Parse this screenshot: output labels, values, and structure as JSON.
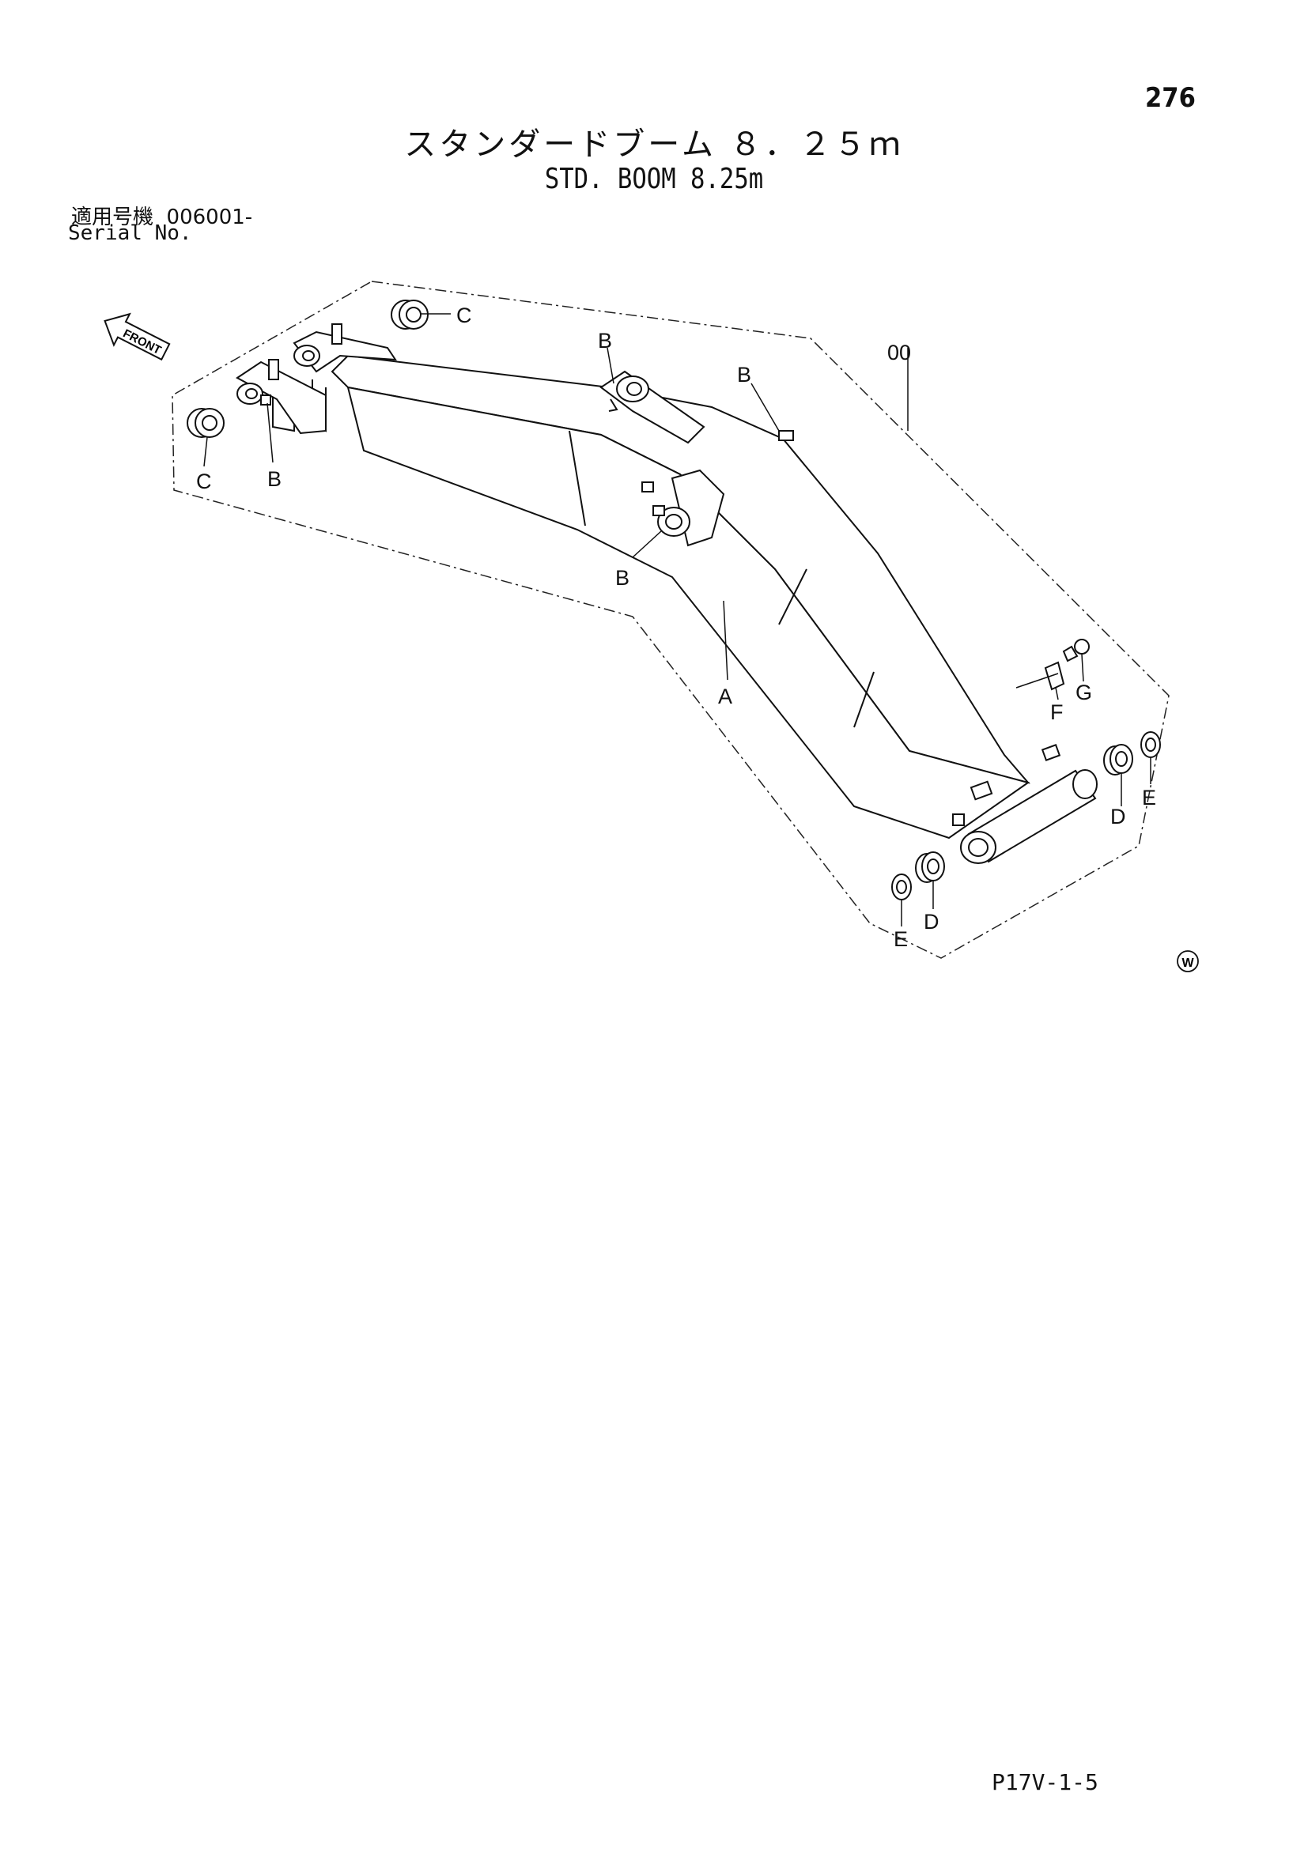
{
  "page": {
    "number": "276",
    "title_jp": "スタンダードブーム ８．２５ｍ",
    "title_en": "STD. BOOM 8.25m",
    "serial_label_jp": "適用号機",
    "serial_value": "006001-",
    "serial_label_en": "Serial No.",
    "drawing_ref": "P17V-1-5"
  },
  "diagram": {
    "front_arrow_text": "FRONT",
    "watermark_symbol": "W",
    "callouts": {
      "assembly": "00",
      "boom_body": "A",
      "pin_b1": "B",
      "pin_b2": "B",
      "pin_b3": "B",
      "pin_b4": "B",
      "bushing_c1": "C",
      "bushing_c2": "C",
      "bushing_d1": "D",
      "bushing_d2": "D",
      "seal_e1": "E",
      "seal_e2": "E",
      "plate_f": "F",
      "bolt_g": "G"
    }
  }
}
